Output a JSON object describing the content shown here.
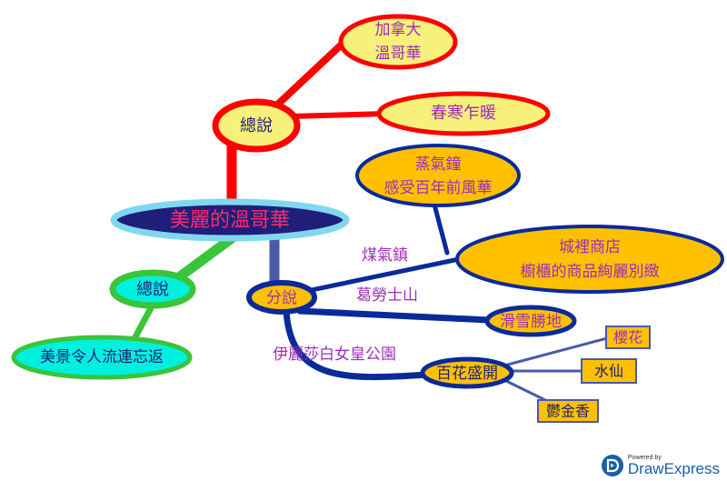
{
  "nodes": {
    "root": "美麗的溫哥華",
    "overview_top": "總說",
    "canada_1": "加拿大",
    "canada_2": "溫哥華",
    "spring": "春寒乍暖",
    "overview_left": "總說",
    "scenery": "美景令人流連忘返",
    "detail": "分說",
    "steam_1": "蒸氣鐘",
    "steam_2": "感受百年前風華",
    "shop_1": "城裡商店",
    "shop_2": "櫥櫃的商品絢麗別緻",
    "ski": "滑雪勝地",
    "flowers": "百花盛開",
    "cherry": "櫻花",
    "narcissus": "水仙",
    "tulip": "鬱金香"
  },
  "edge_labels": {
    "gastown": "煤氣鎮",
    "grouse": "葛勞士山",
    "queen_park": "伊麗莎白女皇公園"
  },
  "colors": {
    "red": "#ff0000",
    "green": "#3ac43a",
    "navy": "#0a2a9a",
    "steel": "#4a5aa8",
    "yellow_fill": "#f7f07a",
    "orange_fill": "#ffc000",
    "purple_text": "#9b2fb8",
    "root_fill": "#1f1f7a",
    "root_ring": "#7fd8f0"
  },
  "branding": {
    "powered": "Powered by",
    "name": "DrawExpress"
  }
}
